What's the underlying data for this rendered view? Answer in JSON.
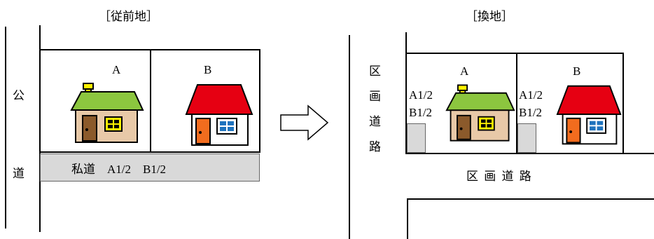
{
  "before": {
    "title": "［従前地］",
    "road_chars": [
      "公",
      "道"
    ],
    "lot_a": "A",
    "lot_b": "B",
    "private_road": "私道　A1/2　B1/2"
  },
  "after": {
    "title": "［換地］",
    "road_chars": [
      "区",
      "画",
      "道",
      "路"
    ],
    "lot_a": "A",
    "lot_b": "B",
    "share_a_1": "A1/2",
    "share_a_2": "B1/2",
    "share_b_1": "A1/2",
    "share_b_2": "B1/2",
    "bottom_road": "区 画 道 路"
  },
  "icons": {
    "arrow": "right-arrow-icon",
    "house": "house-icon"
  },
  "colors": {
    "green_roof": "#8cc63f",
    "red_roof": "#e60012",
    "chimney": "#fff200",
    "tan_wall": "#e8c9a8",
    "grey_area": "#d9d9d9"
  }
}
